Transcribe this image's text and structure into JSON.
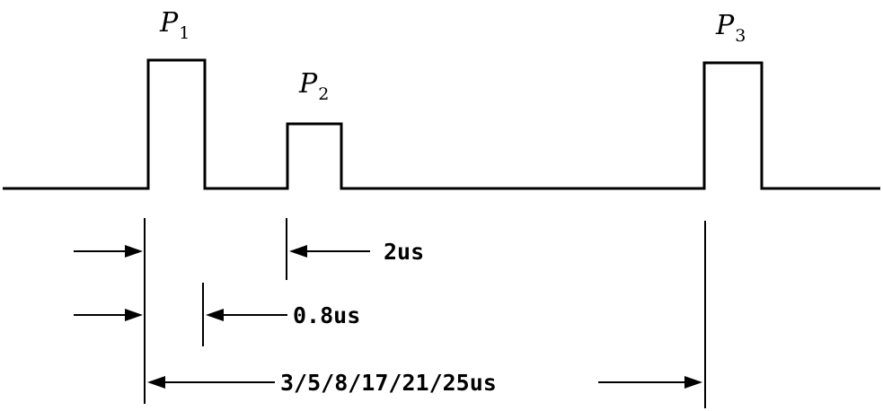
{
  "pulses": [
    {
      "name": "P",
      "sub": "1"
    },
    {
      "name": "P",
      "sub": "2"
    },
    {
      "name": "P",
      "sub": "3"
    }
  ],
  "dimensions": {
    "p2_width": "2us",
    "p1_width": "0.8us",
    "p1_p3_spacing": "3/5/8/17/21/25us"
  }
}
